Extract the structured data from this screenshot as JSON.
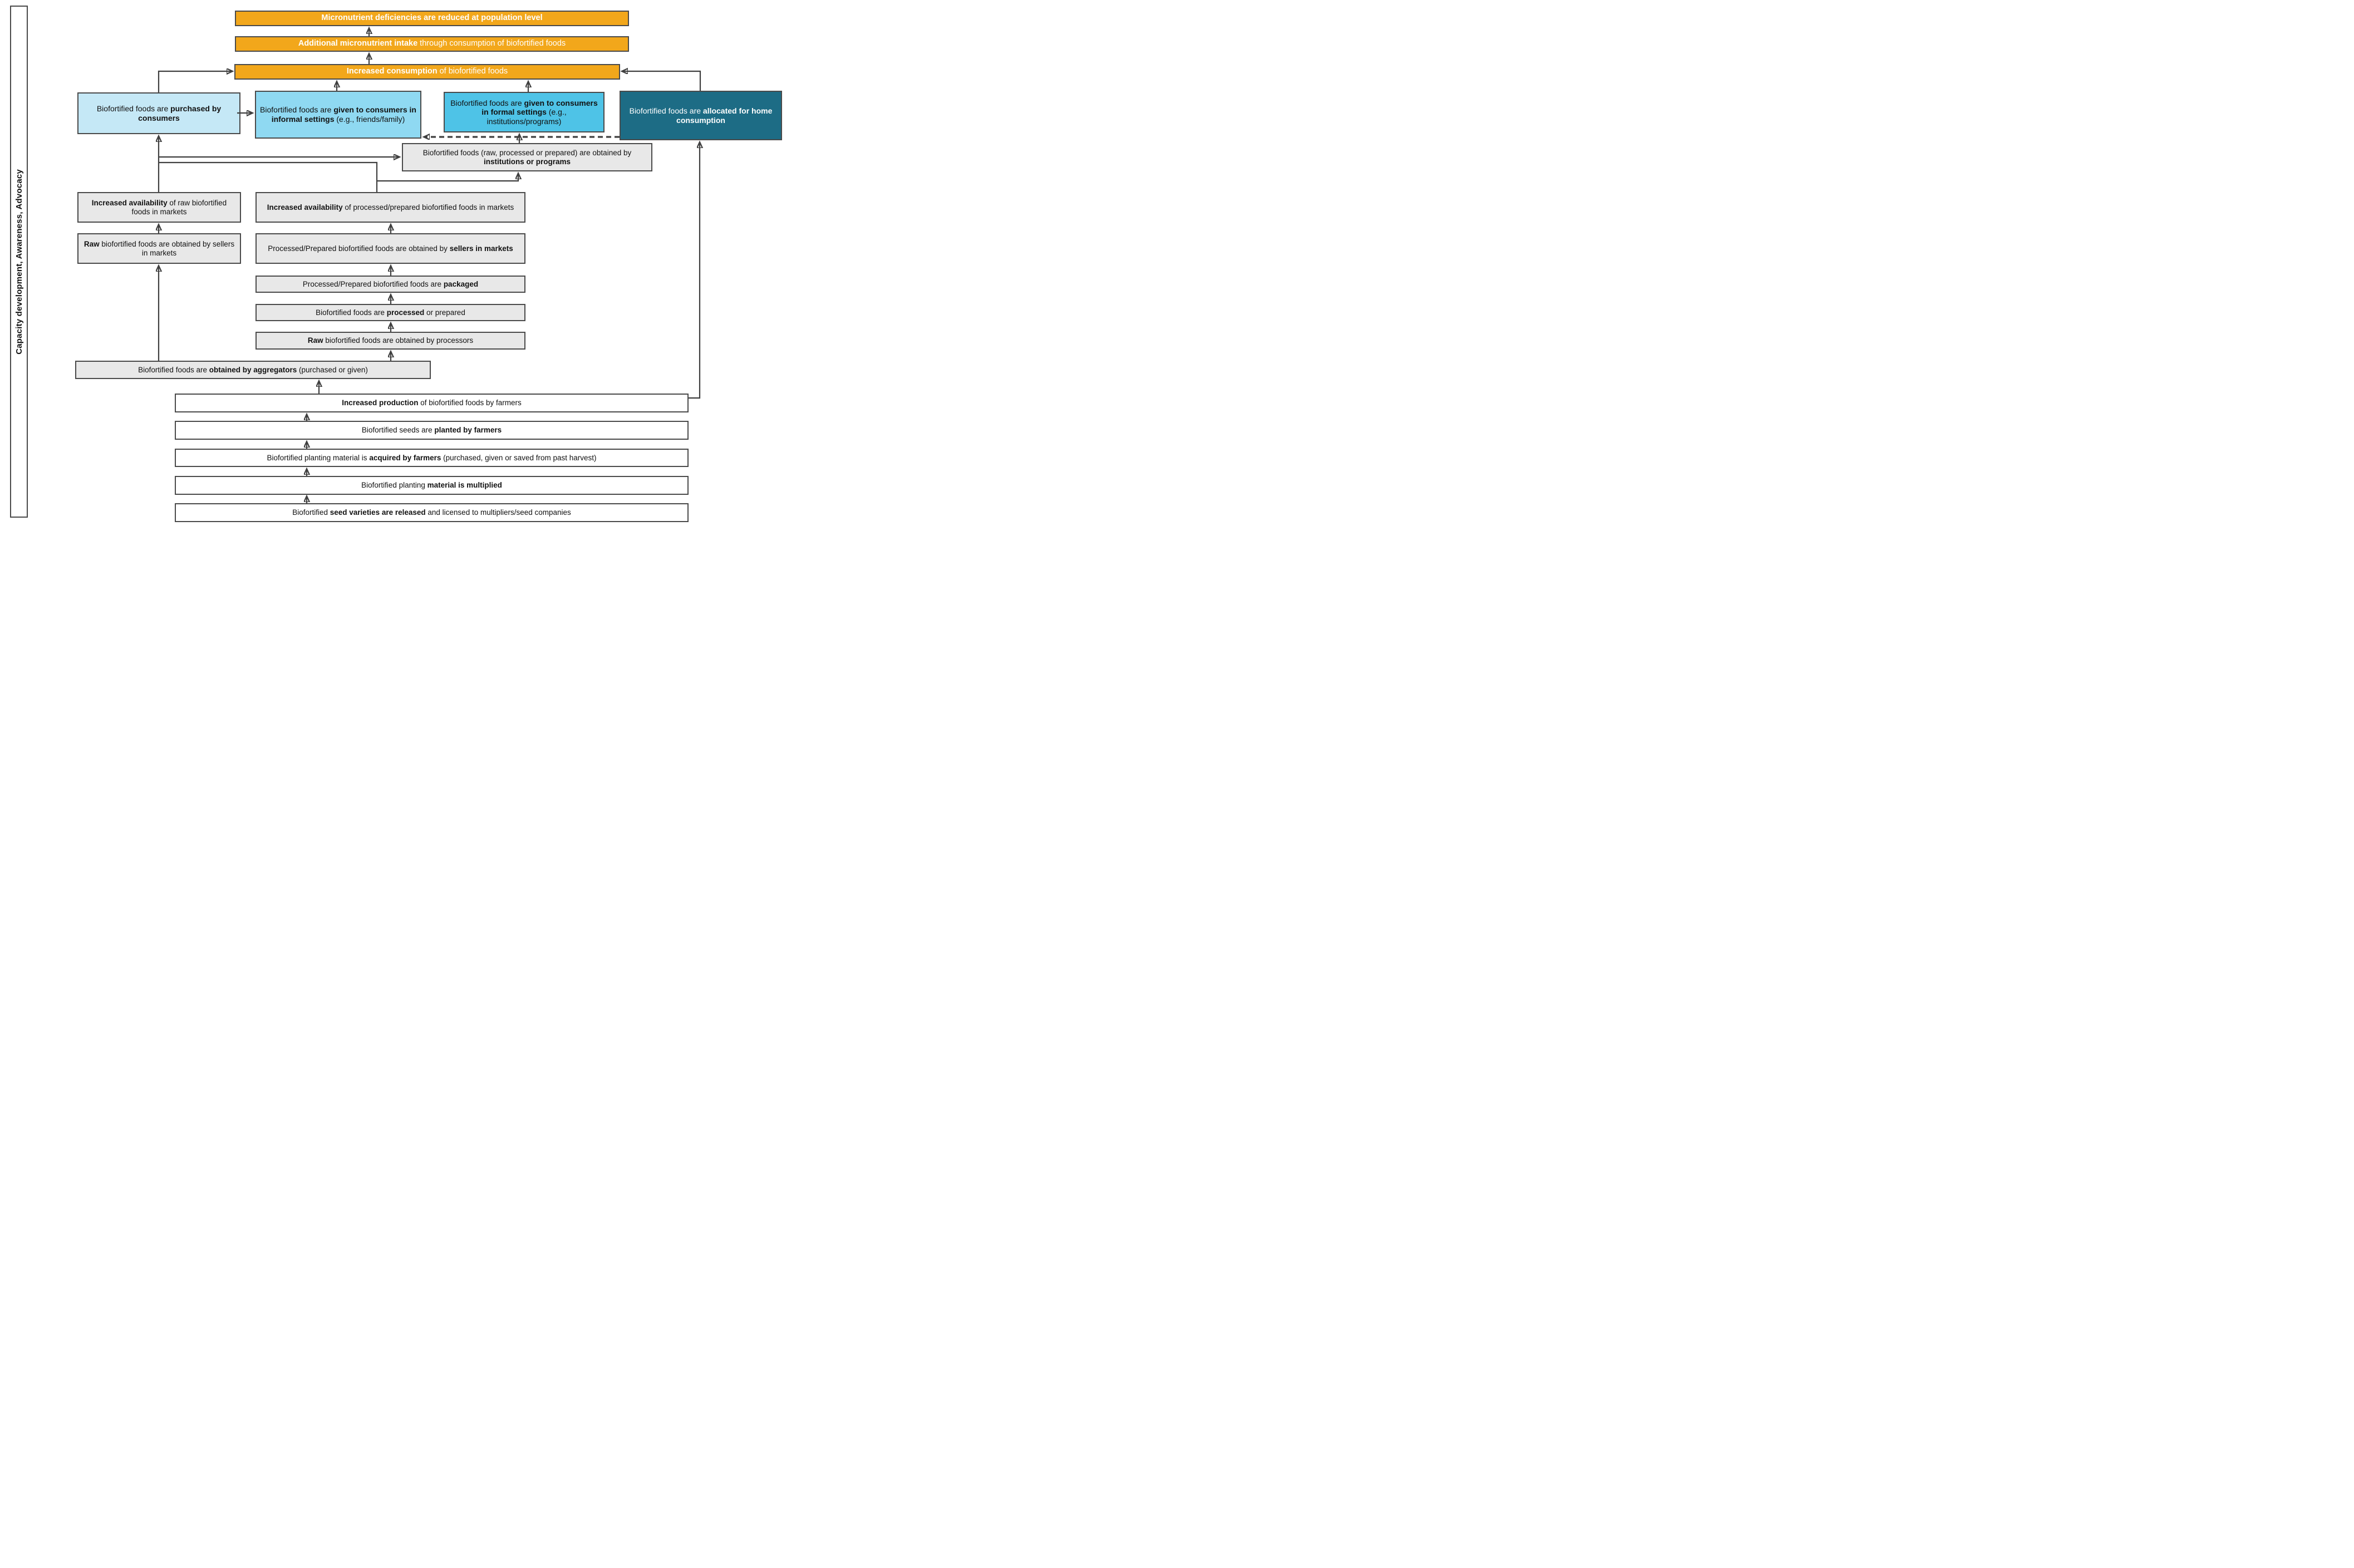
{
  "sidebar": {
    "label": "Capacity development, Awareness, Advocacy"
  },
  "colors": {
    "orange": "#F2A71B",
    "pale_blue": "#C5E8F6",
    "sky_blue": "#8FD9F2",
    "cyan": "#4EC3E7",
    "dark_teal": "#1D6C85",
    "gray_box": "#E8E8E8",
    "white_box": "#FFFFFF",
    "border_and_arrows": "#3F3F3F"
  },
  "boxes": {
    "deficiencies_reduced": {
      "segments": [
        {
          "t": "Micronutrient deficiencies are reduced at population level",
          "b": true
        }
      ]
    },
    "additional_intake": {
      "segments": [
        {
          "t": "Additional micronutrient intake",
          "b": true
        },
        {
          "t": " through consumption of biofortified foods",
          "b": false
        }
      ]
    },
    "increased_consumption": {
      "segments": [
        {
          "t": "Increased consumption",
          "b": true
        },
        {
          "t": " of biofortified foods",
          "b": false
        }
      ]
    },
    "purchased_by_consumers": {
      "segments": [
        {
          "t": "Biofortified foods are ",
          "b": false
        },
        {
          "t": "purchased by consumers",
          "b": true
        }
      ]
    },
    "given_informal": {
      "segments": [
        {
          "t": "Biofortified foods are ",
          "b": false
        },
        {
          "t": "given to consumers in informal settings",
          "b": true
        },
        {
          "t": " (e.g., friends/family)",
          "b": false
        }
      ]
    },
    "given_formal": {
      "segments": [
        {
          "t": "Biofortified foods are ",
          "b": false
        },
        {
          "t": "given to consumers in formal settings",
          "b": true
        },
        {
          "t": " (e.g., institutions/programs)",
          "b": false
        }
      ]
    },
    "home_consumption": {
      "segments": [
        {
          "t": "Biofortified foods are ",
          "b": false
        },
        {
          "t": "allocated for home consumption",
          "b": true
        }
      ]
    },
    "institutions_obtain": {
      "segments": [
        {
          "t": "Biofortified foods (raw, processed or prepared) are obtained by ",
          "b": false
        },
        {
          "t": "institutions or programs",
          "b": true
        }
      ]
    },
    "availability_raw": {
      "segments": [
        {
          "t": "Increased availability",
          "b": true
        },
        {
          "t": " of raw biofortified foods in markets",
          "b": false
        }
      ]
    },
    "availability_processed": {
      "segments": [
        {
          "t": "Increased availability",
          "b": true
        },
        {
          "t": " of processed/prepared biofortified foods in markets",
          "b": false
        }
      ]
    },
    "raw_obtained_sellers": {
      "segments": [
        {
          "t": "Raw",
          "b": true
        },
        {
          "t": " biofortified foods are obtained by sellers in markets",
          "b": false
        }
      ]
    },
    "processed_obtained_sellers": {
      "segments": [
        {
          "t": "Processed/Prepared biofortified foods are obtained by ",
          "b": false
        },
        {
          "t": "sellers in markets",
          "b": true
        }
      ]
    },
    "processed_packaged": {
      "segments": [
        {
          "t": "Processed/Prepared biofortified foods are ",
          "b": false
        },
        {
          "t": "packaged",
          "b": true
        }
      ]
    },
    "foods_processed": {
      "segments": [
        {
          "t": "Biofortified foods are ",
          "b": false
        },
        {
          "t": "processed",
          "b": true
        },
        {
          "t": " or prepared",
          "b": false
        }
      ]
    },
    "raw_obtained_processors": {
      "segments": [
        {
          "t": "Raw",
          "b": true
        },
        {
          "t": " biofortified foods are obtained by processors",
          "b": false
        }
      ]
    },
    "obtained_aggregators": {
      "segments": [
        {
          "t": "Biofortified foods are ",
          "b": false
        },
        {
          "t": "obtained by aggregators",
          "b": true
        },
        {
          "t": " (purchased or given)",
          "b": false
        }
      ]
    },
    "increased_production": {
      "segments": [
        {
          "t": "Increased production",
          "b": true
        },
        {
          "t": " of biofortified foods by farmers",
          "b": false
        }
      ]
    },
    "seeds_planted": {
      "segments": [
        {
          "t": "Biofortified seeds are ",
          "b": false
        },
        {
          "t": "planted by farmers",
          "b": true
        }
      ]
    },
    "material_acquired": {
      "segments": [
        {
          "t": "Biofortified planting material is ",
          "b": false
        },
        {
          "t": "acquired by farmers",
          "b": true
        },
        {
          "t": " (purchased, given or saved from past harvest)",
          "b": false
        }
      ]
    },
    "material_multiplied": {
      "segments": [
        {
          "t": "Biofortified planting ",
          "b": false
        },
        {
          "t": "material is multiplied",
          "b": true
        }
      ]
    },
    "varieties_released": {
      "segments": [
        {
          "t": "Biofortified ",
          "b": false
        },
        {
          "t": "seed varieties are released",
          "b": true
        },
        {
          "t": " and licensed to multipliers/seed companies",
          "b": false
        }
      ]
    }
  }
}
